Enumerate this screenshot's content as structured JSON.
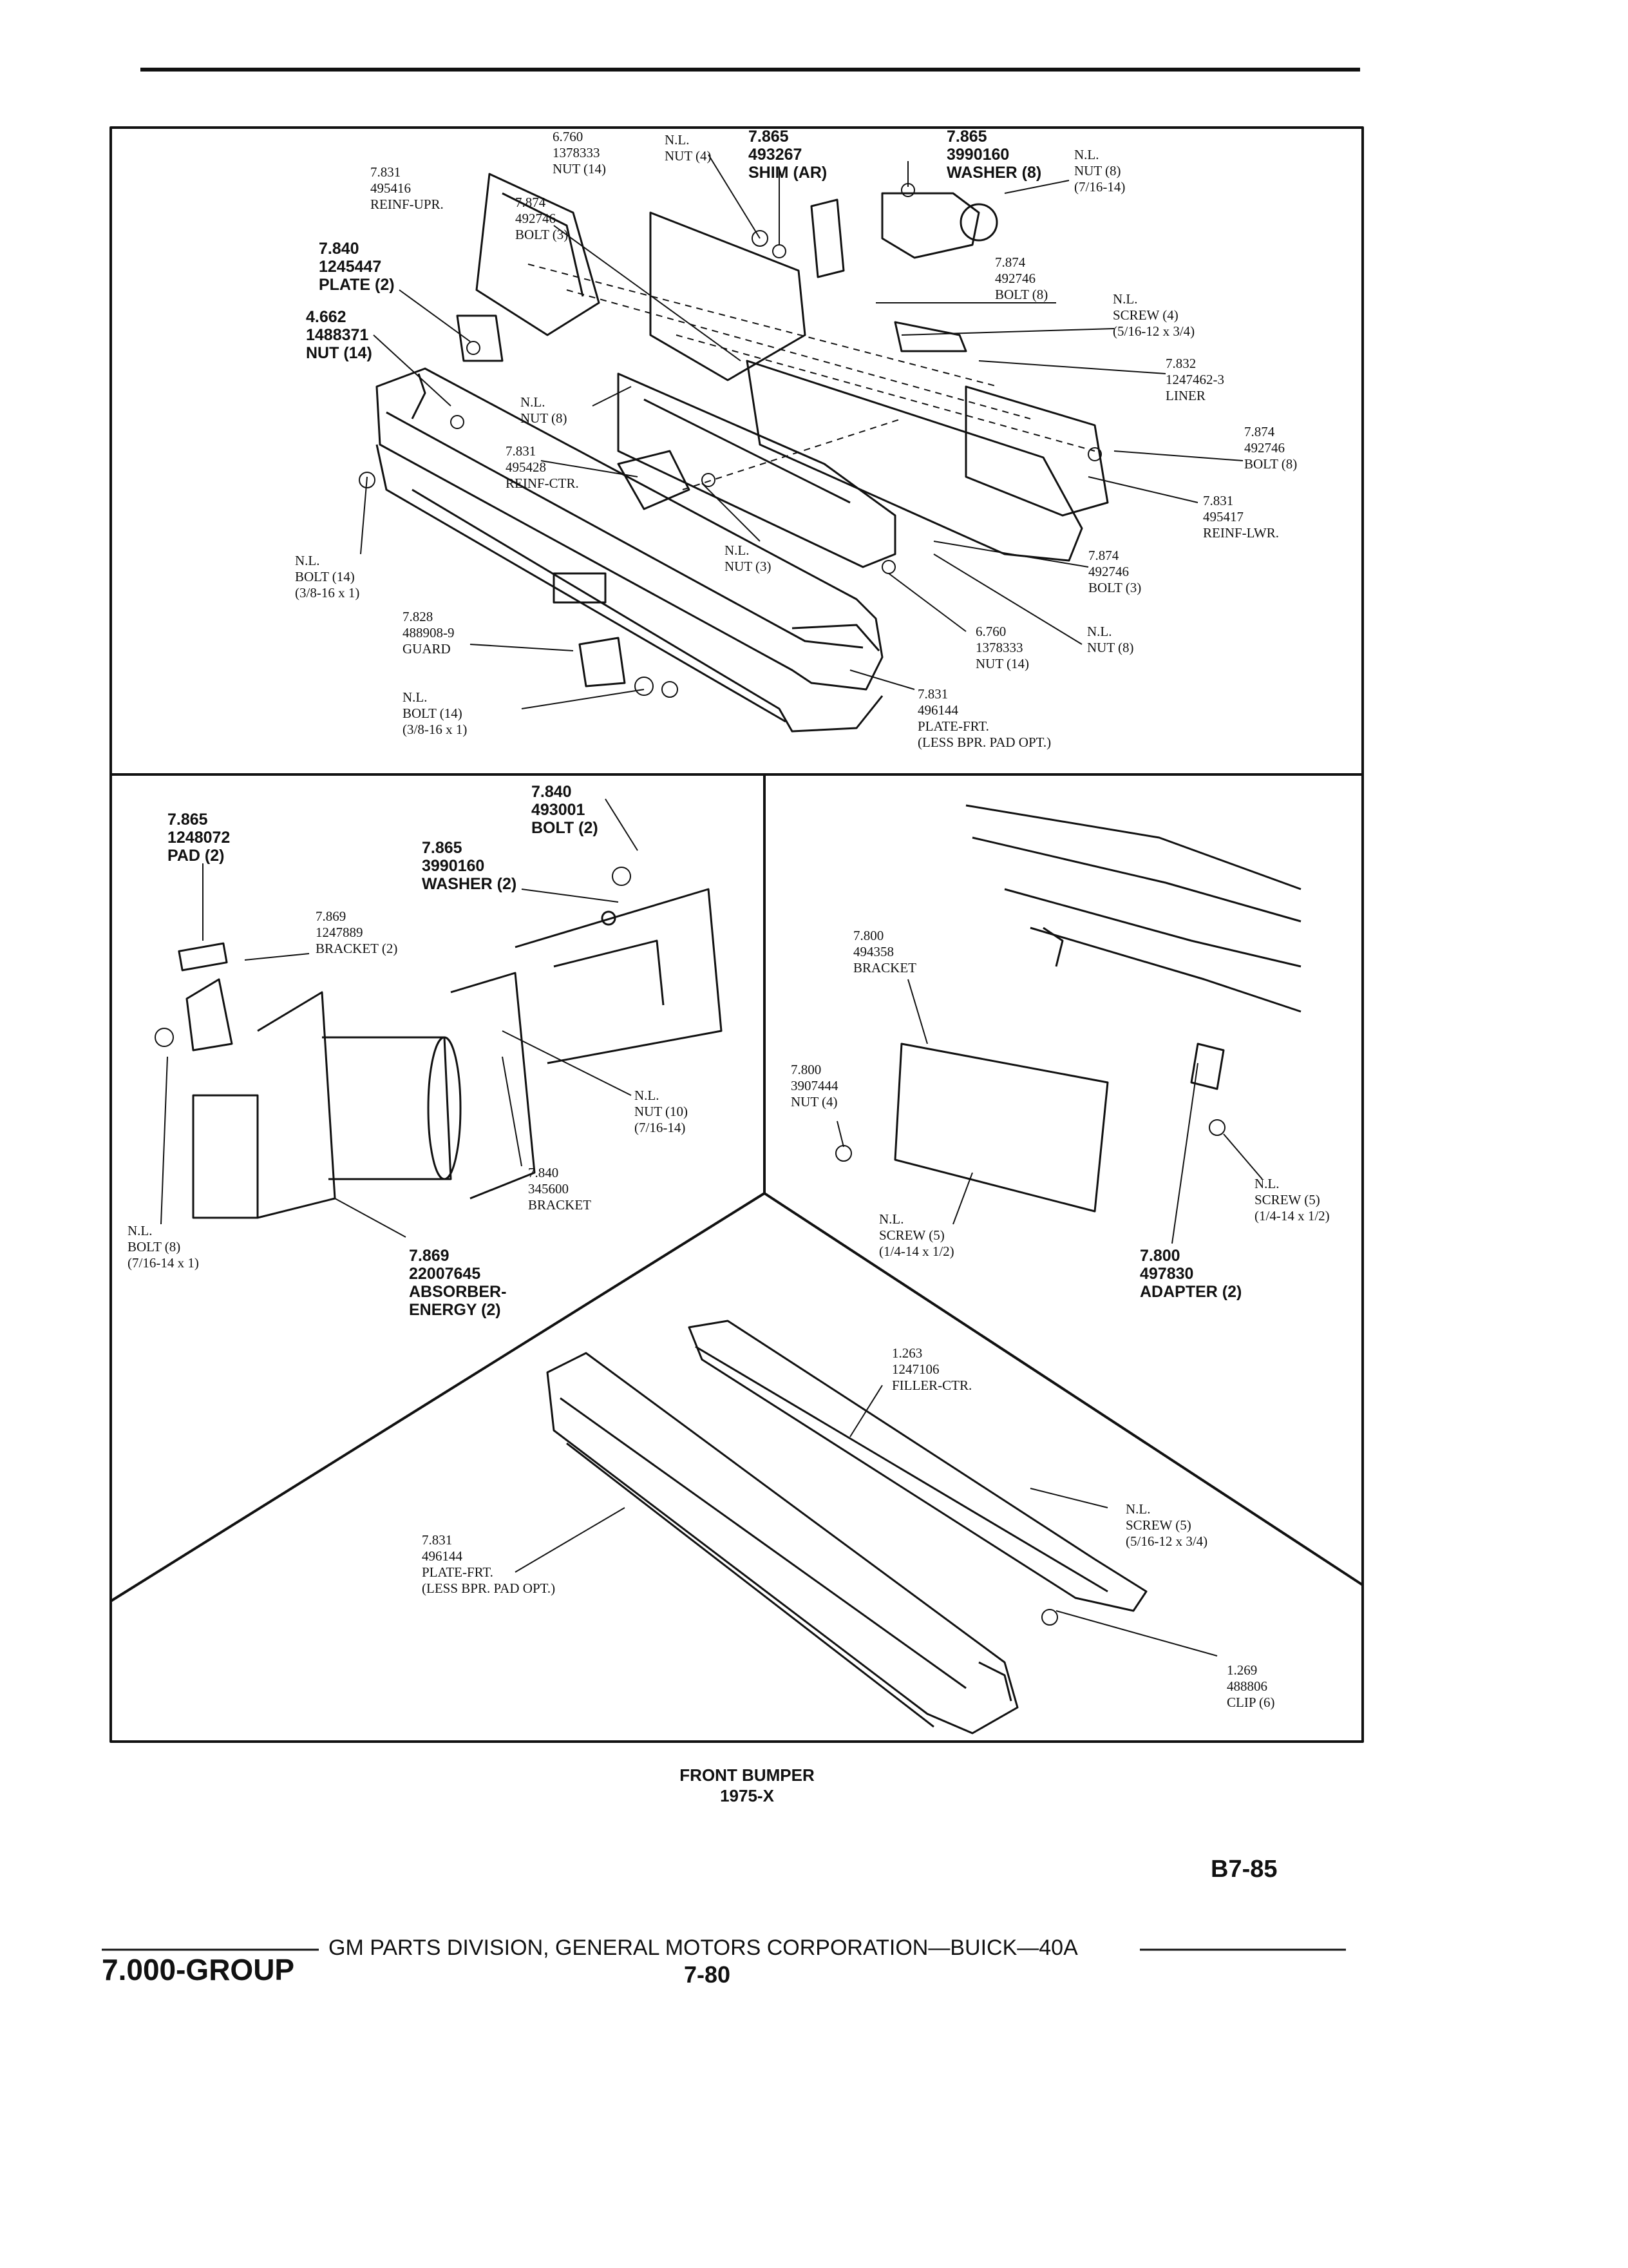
{
  "callouts": {
    "p1_nut14_top": [
      "6.760",
      "1378333",
      "NUT (14)"
    ],
    "p1_nl_nut4": [
      "N.L.",
      "NUT (4)"
    ],
    "p1_shim": [
      "7.865",
      "493267",
      "SHIM (AR)"
    ],
    "p1_washer8": [
      "7.865",
      "3990160",
      "WASHER (8)"
    ],
    "p1_nl_nut8_top": [
      "N.L.",
      "NUT (8)",
      "(7/16-14)"
    ],
    "p1_reinf_upr": [
      "7.831",
      "495416",
      "REINF-UPR."
    ],
    "p1_bolt3_top": [
      "7.874",
      "492746",
      "BOLT (3)"
    ],
    "p1_plate2": [
      "7.840",
      "1245447",
      "PLATE (2)"
    ],
    "p1_nut14_left": [
      "4.662",
      "1488371",
      "NUT (14)"
    ],
    "p1_bolt8_mid": [
      "7.874",
      "492746",
      "BOLT (8)"
    ],
    "p1_screw4": [
      "N.L.",
      "SCREW (4)",
      "(5/16-12 x 3/4)"
    ],
    "p1_liner": [
      "7.832",
      "1247462-3",
      "LINER"
    ],
    "p1_nl_nut8_mid": [
      "N.L.",
      "NUT (8)"
    ],
    "p1_bolt8_right": [
      "7.874",
      "492746",
      "BOLT (8)"
    ],
    "p1_reinf_ctr": [
      "7.831",
      "495428",
      "REINF-CTR."
    ],
    "p1_reinf_lwr": [
      "7.831",
      "495417",
      "REINF-LWR."
    ],
    "p1_bolt14_left": [
      "N.L.",
      "BOLT (14)",
      "(3/8-16 x 1)"
    ],
    "p1_nl_nut3": [
      "N.L.",
      "NUT (3)"
    ],
    "p1_bolt3_low": [
      "7.874",
      "492746",
      "BOLT (3)"
    ],
    "p1_guard": [
      "7.828",
      "488908-9",
      "GUARD"
    ],
    "p1_nut14_low": [
      "6.760",
      "1378333",
      "NUT (14)"
    ],
    "p1_nl_nut8_low": [
      "N.L.",
      "NUT (8)"
    ],
    "p1_bolt14_low": [
      "N.L.",
      "BOLT (14)",
      "(3/8-16 x 1)"
    ],
    "p1_plate_frt": [
      "7.831",
      "496144",
      "PLATE-FRT.",
      "(LESS BPR. PAD OPT.)"
    ],
    "p2_pad": [
      "7.865",
      "1248072",
      "PAD (2)"
    ],
    "p2_bolt2": [
      "7.840",
      "493001",
      "BOLT (2)"
    ],
    "p2_washer2": [
      "7.865",
      "3990160",
      "WASHER (2)"
    ],
    "p2_bracket2": [
      "7.869",
      "1247889",
      "BRACKET (2)"
    ],
    "p2_nut10": [
      "N.L.",
      "NUT (10)",
      "(7/16-14)"
    ],
    "p2_bracket": [
      "7.840",
      "345600",
      "BRACKET"
    ],
    "p2_bolt8": [
      "N.L.",
      "BOLT (8)",
      "(7/16-14 x 1)"
    ],
    "p2_absorber": [
      "7.869",
      "22007645",
      "ABSORBER-",
      "ENERGY (2)"
    ],
    "p3_bracket": [
      "7.800",
      "494358",
      "BRACKET"
    ],
    "p3_nut4": [
      "7.800",
      "3907444",
      "NUT (4)"
    ],
    "p3_screw5_right": [
      "N.L.",
      "SCREW (5)",
      "(1/4-14 x 1/2)"
    ],
    "p3_screw5_low": [
      "N.L.",
      "SCREW (5)",
      "(1/4-14 x 1/2)"
    ],
    "p3_adapter": [
      "7.800",
      "497830",
      "ADAPTER (2)"
    ],
    "p4_filler": [
      "1.263",
      "1247106",
      "FILLER-CTR."
    ],
    "p4_screw5": [
      "N.L.",
      "SCREW (5)",
      "(5/16-12 x 3/4)"
    ],
    "p4_plate_frt": [
      "7.831",
      "496144",
      "PLATE-FRT.",
      "(LESS BPR. PAD OPT.)"
    ],
    "p4_clip": [
      "1.269",
      "488806",
      "CLIP (6)"
    ]
  },
  "caption": {
    "title": "FRONT BUMPER",
    "subtitle": "1975-X"
  },
  "page_code": "B7-85",
  "footer": {
    "group": "7.000-GROUP",
    "corp": "GM PARTS DIVISION, GENERAL MOTORS CORPORATION—BUICK—40A",
    "page": "7-80"
  }
}
